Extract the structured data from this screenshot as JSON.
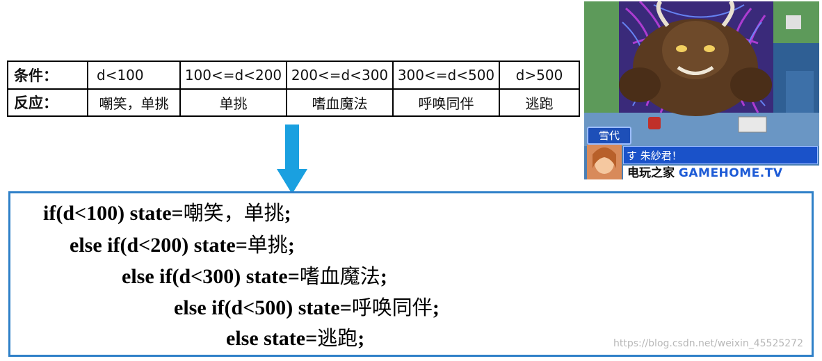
{
  "table": {
    "condition_label": "条件：",
    "response_label": "反应：",
    "conditions": [
      "d<100",
      "100<=d<200",
      "200<=d<300",
      "300<=d<500",
      "d>500"
    ],
    "responses": [
      "嘲笑，单挑",
      "单挑",
      "嗜血魔法",
      "呼唤同伴",
      "逃跑"
    ]
  },
  "code": {
    "lines": [
      {
        "code": "if(d<100) state=",
        "value": "嘲笑，单挑",
        "end": ";"
      },
      {
        "code": "else if(d<200) state=",
        "value": "单挑",
        "end": ";"
      },
      {
        "code": "else if(d<300) state=",
        "value": "嗜血魔法",
        "end": ";"
      },
      {
        "code": "else if(d<500) state=",
        "value": "呼唤同伴",
        "end": ";"
      },
      {
        "code": "else state=",
        "value": "逃跑",
        "end": ";"
      }
    ]
  },
  "game": {
    "speaker_tag": "雪代",
    "dialog": "す 朱紗君！",
    "logo_cn": "电玩之家",
    "logo_en": "GAMEHOME.TV"
  },
  "watermark": "https://blog.csdn.net/weixin_45525272",
  "colors": {
    "arrow": "#1aa0e0",
    "code_border": "#2f80c8"
  }
}
